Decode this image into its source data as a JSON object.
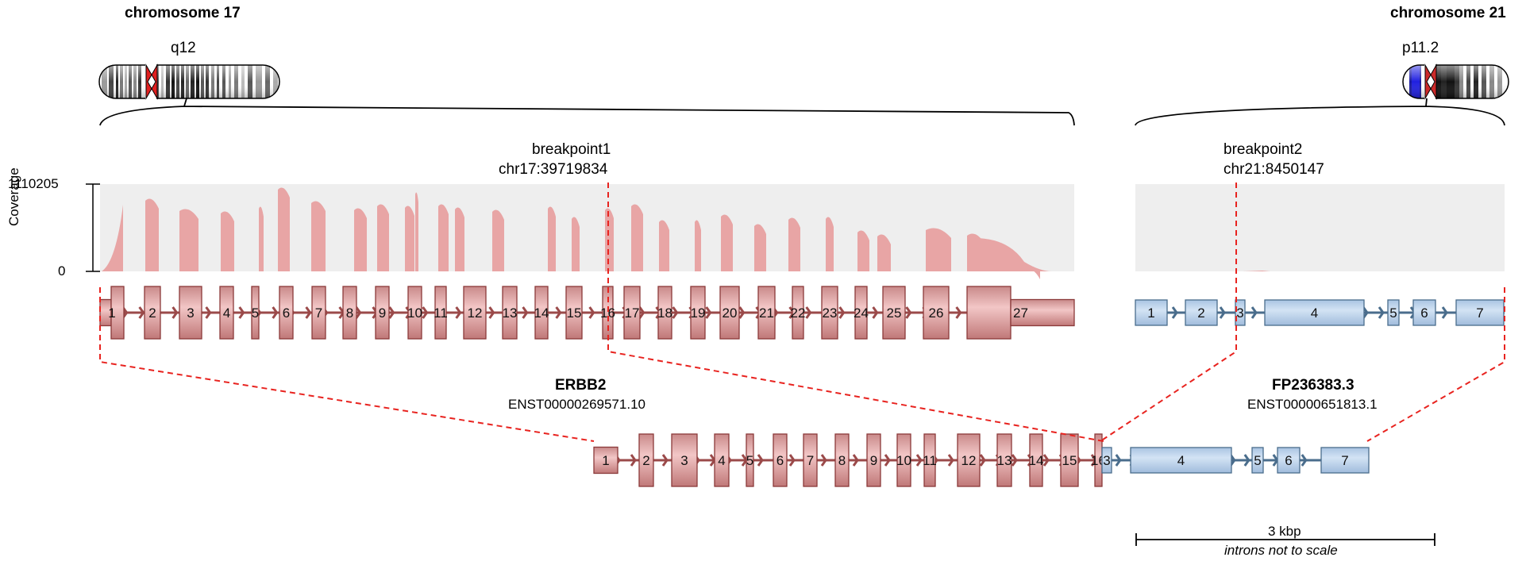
{
  "chromosome_left": {
    "title": "chromosome 17",
    "band": "q12"
  },
  "chromosome_right": {
    "title": "chromosome 21",
    "band": "p11.2"
  },
  "breakpoint1": {
    "label": "breakpoint1",
    "position": "chr17:39719834"
  },
  "breakpoint2": {
    "label": "breakpoint2",
    "position": "chr21:8450147"
  },
  "coverage": {
    "axis_label": "Coverage",
    "max_tick": "1110205",
    "min_tick": "0"
  },
  "gene_left": {
    "name": "ERBB2",
    "transcript": "ENST00000269571.10"
  },
  "gene_right": {
    "name": "FP236383.3",
    "transcript": "ENST00000651813.1"
  },
  "exons_left": [
    "1",
    "2",
    "3",
    "4",
    "5",
    "6",
    "7",
    "8",
    "9",
    "10",
    "11",
    "12",
    "13",
    "14",
    "15",
    "16",
    "17",
    "18",
    "19",
    "20",
    "21",
    "22",
    "23",
    "24",
    "25",
    "26",
    "27"
  ],
  "exons_right": [
    "1",
    "2",
    "3",
    "4",
    "5",
    "6",
    "7"
  ],
  "fusion_exons_left": [
    "1",
    "2",
    "3",
    "4",
    "5",
    "6",
    "7",
    "8",
    "9",
    "10",
    "11",
    "12",
    "13",
    "14",
    "15",
    "16"
  ],
  "fusion_exons_right": [
    "3",
    "4",
    "5",
    "6",
    "7"
  ],
  "scale_bar": {
    "label": "3 kbp",
    "note": "introns not to scale"
  },
  "colors": {
    "left_exon_fill": "#e8a8a8",
    "left_exon_stroke": "#8b3a3a",
    "left_arrow": "#9b4a4a",
    "right_exon_fill": "#b8d0ea",
    "right_exon_stroke": "#4a6d8c",
    "right_arrow": "#4a6d8c",
    "coverage_fill": "#e8a5a5",
    "coverage_bg": "#eeeeee",
    "breakpoint": "#e8231f",
    "centromere_left": "#e02020",
    "band_highlight_right": "#2020e0"
  }
}
